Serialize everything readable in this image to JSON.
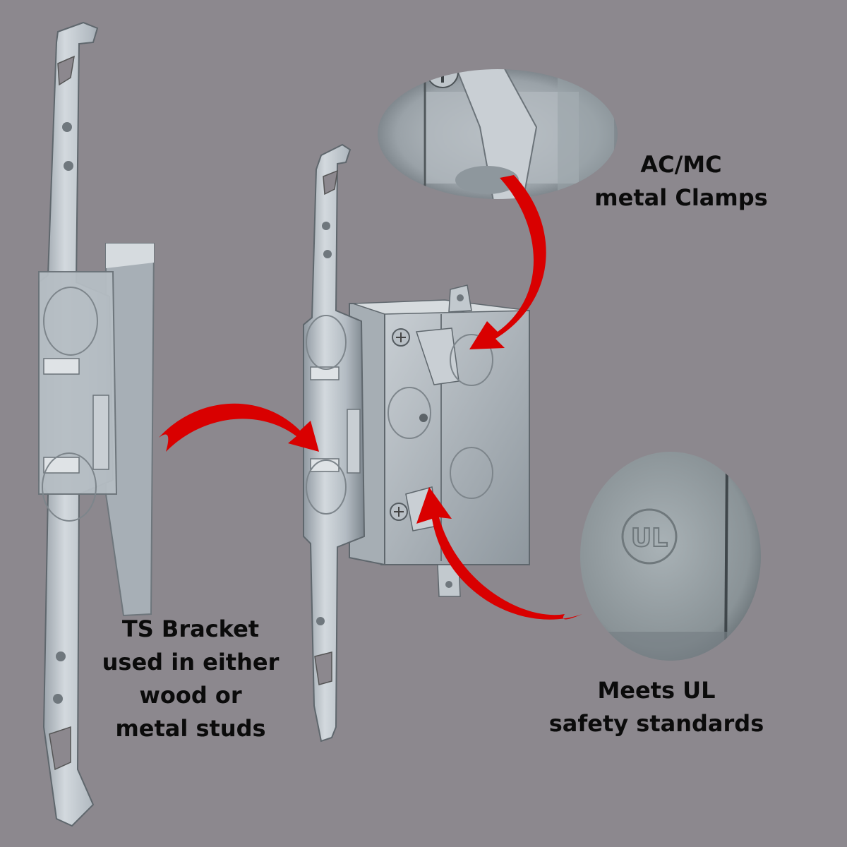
{
  "captions": {
    "clamps": {
      "line1": "AC/MC",
      "line2": "metal Clamps"
    },
    "bracket": {
      "line1": "TS Bracket",
      "line2": "used in either",
      "line3": "wood or",
      "line4": "metal studs"
    },
    "ul": {
      "line1": "Meets UL",
      "line2": "safety standards"
    }
  },
  "ul_mark": "UL",
  "colors": {
    "background": "#8c888e",
    "arrow": "#d90000",
    "metal": "#b8c0c7",
    "text": "#0b0b0b"
  }
}
